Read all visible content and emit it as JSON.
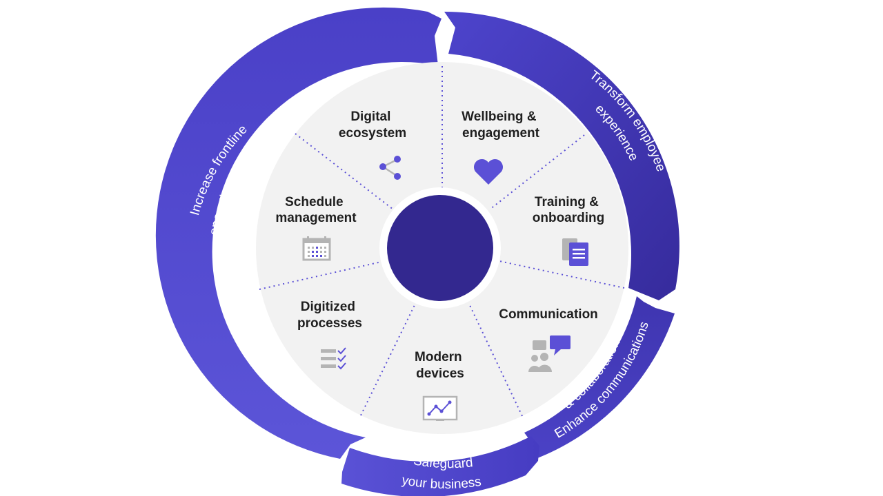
{
  "segments": [
    {
      "id": "digital-ecosystem",
      "label_lines": [
        "Digital",
        "ecosystem"
      ],
      "icon": "share-nodes-icon"
    },
    {
      "id": "wellbeing",
      "label_lines": [
        "Wellbeing &",
        "engagement"
      ],
      "icon": "heart-icon"
    },
    {
      "id": "training",
      "label_lines": [
        "Training &",
        "onboarding"
      ],
      "icon": "document-icon"
    },
    {
      "id": "communication",
      "label_lines": [
        "Communication"
      ],
      "icon": "chat-people-icon"
    },
    {
      "id": "modern-devices",
      "label_lines": [
        "Modern",
        "devices"
      ],
      "icon": "monitor-chart-icon"
    },
    {
      "id": "digitized-processes",
      "label_lines": [
        "Digitized",
        "processes"
      ],
      "icon": "checklist-icon"
    },
    {
      "id": "schedule-management",
      "label_lines": [
        "Schedule",
        "management"
      ],
      "icon": "calendar-icon"
    }
  ],
  "ring": {
    "left": {
      "lines": [
        "Increase frontline",
        "operational efficiency"
      ]
    },
    "top_right": {
      "lines": [
        "Transform employee",
        "experience"
      ]
    },
    "right": {
      "lines": [
        "Enhance communications",
        "& collaboration"
      ]
    },
    "bottom": {
      "lines": [
        "Safeguard",
        "your business"
      ]
    }
  },
  "colors": {
    "accent": "#5b50d6",
    "ring_light": "#5a52d5",
    "ring_dark": "#3a2ea0",
    "center": "#33288f",
    "inner_fill": "#f2f2f2",
    "icon_grey": "#b4b4b4"
  }
}
